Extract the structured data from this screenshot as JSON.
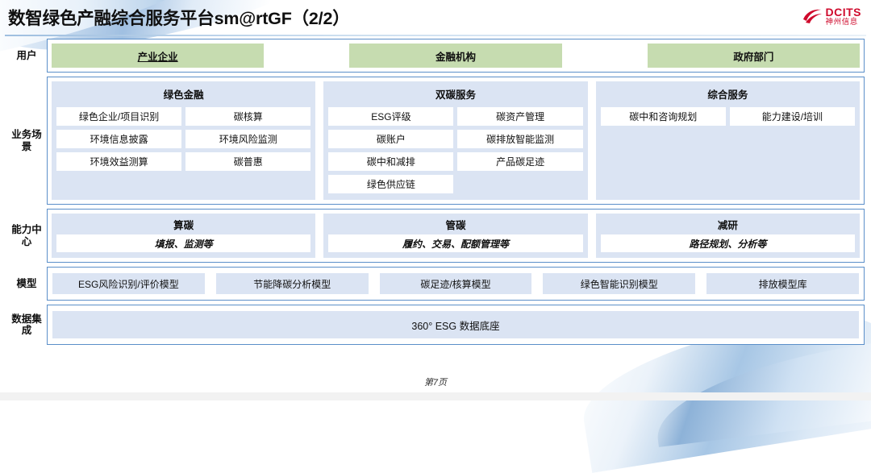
{
  "header": {
    "title": "数智绿色产融综合服务平台sm@rtGF（2/2）",
    "logo": {
      "name": "DCITS",
      "sub": "神州信息",
      "color": "#cf0a2c"
    }
  },
  "rows": {
    "users": {
      "label": "用户",
      "items": [
        {
          "text": "产业企业",
          "underline": true
        },
        {
          "text": "金融机构",
          "underline": false
        },
        {
          "text": "政府部门",
          "underline": false
        }
      ],
      "chip_color": "#c6dcb0"
    },
    "scenarios": {
      "label": "业务场景",
      "columns": [
        {
          "title": "绿色金融",
          "cells": [
            "绿色企业/项目识别",
            "碳核算",
            "环境信息披露",
            "环境风险监测",
            "环境效益测算",
            "碳普惠"
          ]
        },
        {
          "title": "双碳服务",
          "cells": [
            "ESG评级",
            "碳资产管理",
            "碳账户",
            "碳排放智能监测",
            "碳中和减排",
            "产品碳足迹",
            "绿色供应链"
          ]
        },
        {
          "title": "综合服务",
          "cells": [
            "碳中和咨询规划",
            "能力建设/培训"
          ]
        }
      ]
    },
    "capability": {
      "label": "能力中心",
      "columns": [
        {
          "title": "算碳",
          "sub": "填报、监测等"
        },
        {
          "title": "管碳",
          "sub": "履约、交易、配额管理等"
        },
        {
          "title": "减研",
          "sub": "路径规划、分析等"
        }
      ]
    },
    "model": {
      "label": "模型",
      "items": [
        "ESG风险识别/评价模型",
        "节能降碳分析模型",
        "碳足迹/核算模型",
        "绿色智能识别模型",
        "排放模型库"
      ]
    },
    "data": {
      "label": "数据集成",
      "items": [
        "360° ESG 数据底座"
      ]
    }
  },
  "footer": {
    "page": "第7页"
  },
  "colors": {
    "border_blue": "#5b8fc9",
    "panel_blue": "#dbe4f3",
    "chip_green": "#c6dcb0"
  }
}
